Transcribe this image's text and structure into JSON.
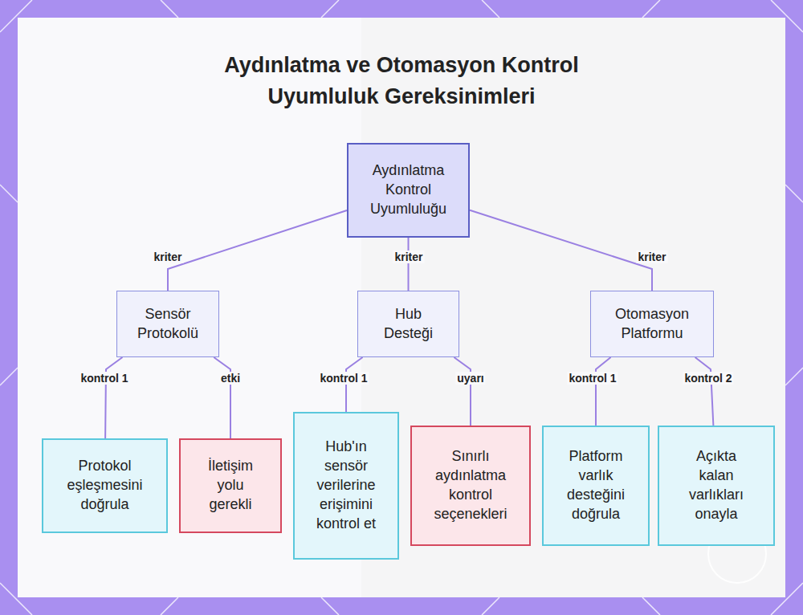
{
  "diagram": {
    "title": "Aydınlatma ve Otomasyon Kontrol Uyumluluk Gereksinimleri",
    "nodes": [
      {
        "text": [
          "Aydınlatma Kontrol Uyumluluğu"
        ]
      },
      {
        "text": [
          "Sensör Protokolü"
        ]
      },
      {
        "text": [
          "Hub Desteği"
        ]
      },
      {
        "text": [
          "Otomasyon Platformu"
        ]
      },
      {
        "text": [
          "Protokol eşleşmesini doğrula"
        ]
      },
      {
        "text": [
          "İletişim yolu gerekli"
        ]
      },
      {
        "text": [
          "Hub'ın sensör verilerine erişimini kontrol et"
        ]
      },
      {
        "text": [
          "Sınırlı aydınlatma kontrol seçenekleri"
        ]
      },
      {
        "text": [
          "Platform varlık desteğini doğrula"
        ]
      },
      {
        "text": [
          "Açıkta kalan varlıkları onayla"
        ]
      }
    ],
    "edges": [
      {
        "from": 0,
        "to": 1,
        "label": "kriter",
        "arrow": "none"
      },
      {
        "from": 0,
        "to": 2,
        "label": "kriter",
        "arrow": "none"
      },
      {
        "from": 0,
        "to": 3,
        "label": "kriter",
        "arrow": "none"
      },
      {
        "from": 1,
        "to": 4,
        "label": "kontrol 1",
        "arrow": "none"
      },
      {
        "from": 1,
        "to": 5,
        "label": "etki",
        "arrow": "none"
      },
      {
        "from": 2,
        "to": 6,
        "label": "kontrol 1",
        "arrow": "none"
      },
      {
        "from": 2,
        "to": 7,
        "label": "uyarı",
        "arrow": "none"
      },
      {
        "from": 3,
        "to": 8,
        "label": "kontrol 1",
        "arrow": "none"
      },
      {
        "from": 3,
        "to": 9,
        "label": "kontrol 2",
        "arrow": "none"
      }
    ]
  }
}
